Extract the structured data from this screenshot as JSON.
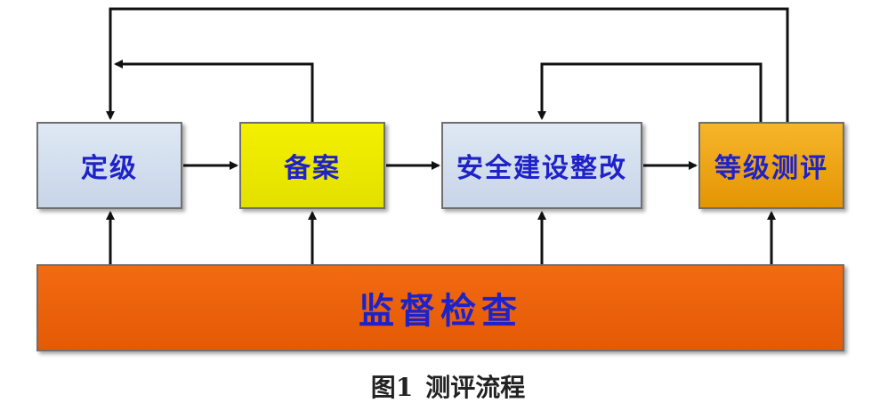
{
  "boxes": {
    "dingji": "定级",
    "beian": "备案",
    "anquan": "安全建设整改",
    "dengji": "等级测评",
    "jiandu": "监督检查"
  },
  "caption": {
    "label": "图1",
    "text": "测评流程"
  },
  "colors": {
    "box_text": "#1e22c8",
    "light_blue_box": "#d4deed",
    "yellow_box": "#ecea00",
    "orange_box": "#f0a318",
    "red_orange_box": "#ea620a",
    "line": "#111111"
  }
}
